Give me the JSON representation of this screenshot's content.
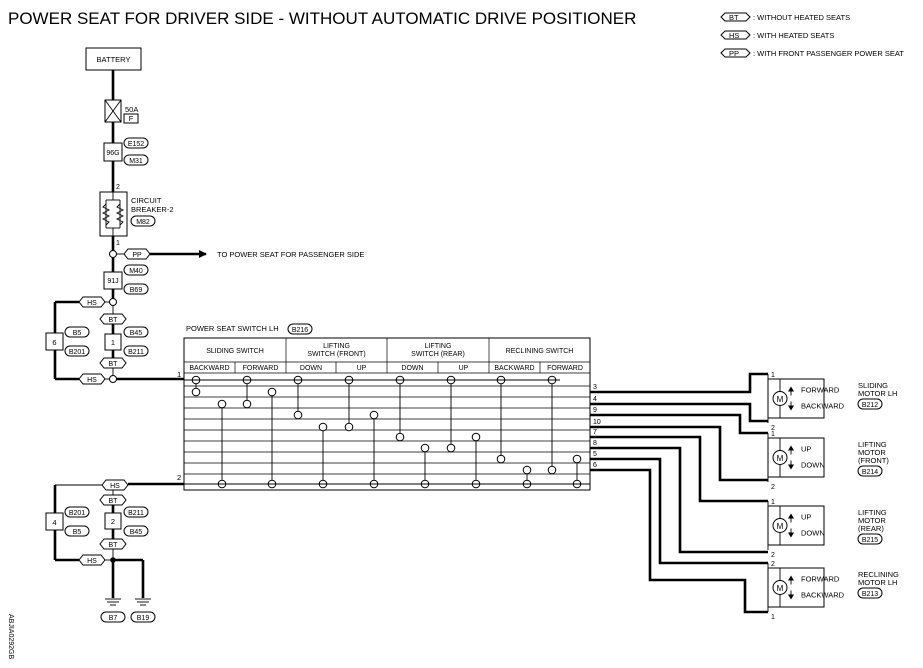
{
  "title": "POWER SEAT FOR DRIVER SIDE - WITHOUT AUTOMATIC DRIVE POSITIONER",
  "legend": [
    {
      "tag": "BT",
      "text": ": WITHOUT HEATED SEATS"
    },
    {
      "tag": "HS",
      "text": ": WITH HEATED SEATS"
    },
    {
      "tag": "PP",
      "text": ": WITH FRONT PASSENGER POWER SEAT"
    }
  ],
  "battery": "BATTERY",
  "fuse": {
    "rating": "50A",
    "id": "F"
  },
  "conn_e152": "E152",
  "term_96g": "96G",
  "conn_m31": "M31",
  "breaker": {
    "pin_in": "2",
    "label1": "CIRCUIT",
    "label2": "BREAKER-2",
    "conn": "M82",
    "pin_out": "1"
  },
  "pp_tag": "PP",
  "passenger_text": "TO POWER SEAT FOR PASSENGER SIDE",
  "conn_m40": "M40",
  "term_91j": "91J",
  "conn_b69": "B69",
  "upper_join": {
    "hs_top": "HS",
    "bt_top": "BT",
    "bt_bot": "BT",
    "hs_bot": "HS",
    "pin_hs": "6",
    "pin_bt": "1",
    "c1": "B5",
    "c2": "B201",
    "c3": "B45",
    "c4": "B211"
  },
  "lower_join": {
    "hs_top": "HS",
    "bt_top": "BT",
    "bt_bot": "BT",
    "hs_bot": "HS",
    "pin_hs": "4",
    "pin_bt": "2",
    "c1": "B201",
    "c2": "B5",
    "c3": "B211",
    "c4": "B45"
  },
  "grounds": [
    "B7",
    "B19"
  ],
  "switch": {
    "label": "POWER SEAT SWITCH LH",
    "conn": "B216",
    "pin_in1": "1",
    "pin_in2": "2",
    "groups": [
      "SLIDING SWITCH",
      "LIFTING SWITCH (FRONT)",
      "LIFTING SWITCH (REAR)",
      "RECLINING SWITCH"
    ],
    "group_lines": [
      [
        "SLIDING SWITCH"
      ],
      [
        "LIFTING",
        "SWITCH (FRONT)"
      ],
      [
        "LIFTING",
        "SWITCH (REAR)"
      ],
      [
        "RECLINING SWITCH"
      ]
    ],
    "columns": [
      "BACKWARD",
      "FORWARD",
      "DOWN",
      "UP",
      "DOWN",
      "UP",
      "BACKWARD",
      "FORWARD"
    ],
    "out_pins": [
      "3",
      "4",
      "9",
      "10",
      "7",
      "8",
      "5",
      "6"
    ]
  },
  "motors": [
    {
      "name1": "SLIDING",
      "name2": "MOTOR LH",
      "name3": "",
      "conn": "B212",
      "dir1": "FORWARD",
      "dir2": "BACKWARD",
      "pin_top": "1",
      "pin_bot": "2"
    },
    {
      "name1": "LIFTING",
      "name2": "MOTOR",
      "name3": "(FRONT)",
      "conn": "B214",
      "dir1": "UP",
      "dir2": "DOWN",
      "pin_top": "1",
      "pin_bot": "2"
    },
    {
      "name1": "LIFTING",
      "name2": "MOTOR",
      "name3": "(REAR)",
      "conn": "B215",
      "dir1": "UP",
      "dir2": "DOWN",
      "pin_top": "1",
      "pin_bot": "2"
    },
    {
      "name1": "RECLINING",
      "name2": "MOTOR LH",
      "name3": "",
      "conn": "B213",
      "dir1": "FORWARD",
      "dir2": "BACKWARD",
      "pin_top": "2",
      "pin_bot": "1"
    }
  ],
  "motor_symbol": "M",
  "side_code": "ABJIA0292GB"
}
